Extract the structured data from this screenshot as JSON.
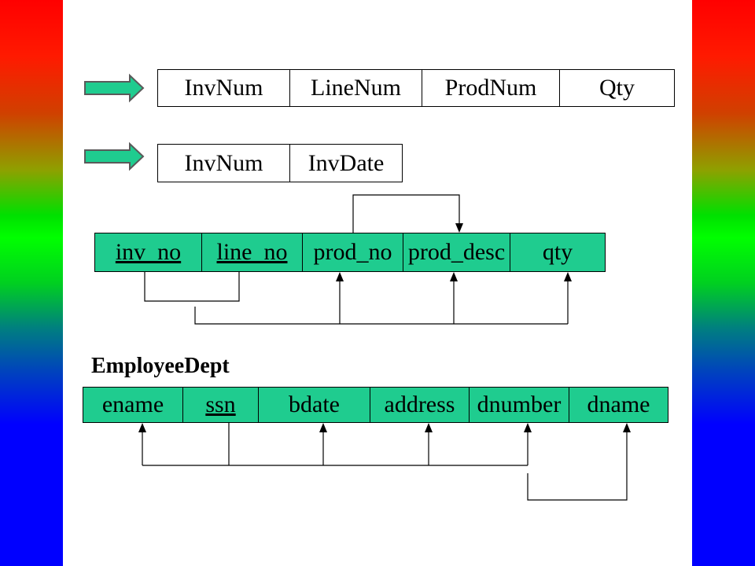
{
  "colors": {
    "fill": "#1fcc8f",
    "arrow": "#1fcc8f"
  },
  "icons": [
    "right-arrow-icon"
  ],
  "relations": {
    "invoice_line": {
      "columns": [
        "InvNum",
        "LineNum",
        "ProdNum",
        "Qty"
      ]
    },
    "invoice": {
      "columns": [
        "InvNum",
        "InvDate"
      ]
    },
    "inv_prod": {
      "columns": [
        "inv_no",
        "line_no",
        "prod_no",
        "prod_desc",
        "qty"
      ]
    },
    "employee_dept": {
      "title": "EmployeeDept",
      "columns": [
        "ename",
        "ssn",
        "bdate",
        "address",
        "dnumber",
        "dname"
      ]
    }
  }
}
